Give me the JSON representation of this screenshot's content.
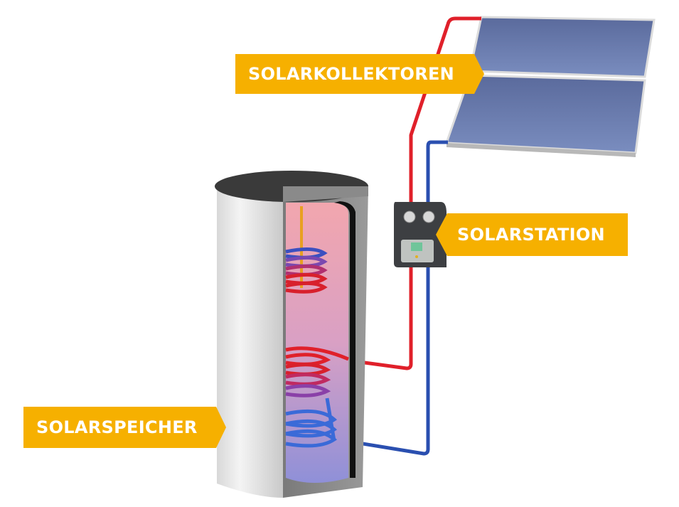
{
  "diagram": {
    "title": "Solar thermal system",
    "labels": {
      "collectors": "SOLARKOLLEKTOREN",
      "station": "SOLARSTATION",
      "storage": "SOLARSPEICHER"
    },
    "colors": {
      "label_bg": "#f6b000",
      "label_text": "#ffffff",
      "hot_pipe": "#e0202a",
      "cold_pipe": "#2a4fb0",
      "panel": "#6b7fb2",
      "tank_shell": "#e6e6e6",
      "insulation": "#8c8c8c",
      "lid": "#3a3a3a",
      "station_body": "#3d3f42"
    }
  }
}
